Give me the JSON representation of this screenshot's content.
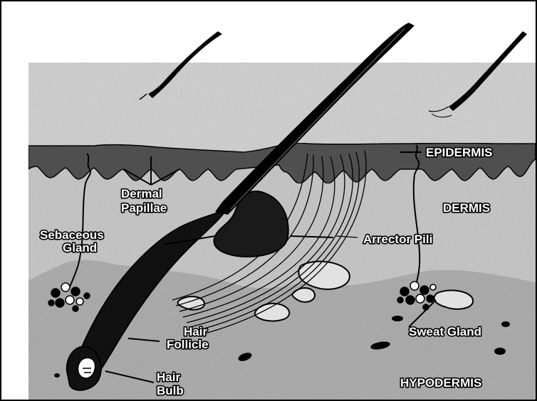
{
  "diagram": {
    "labels": {
      "epidermis": "EPIDERMIS",
      "dermis": "DERMIS",
      "hypodermis": "HYPODERMIS",
      "dermal_papillae_1": "Dermal",
      "dermal_papillae_2": "Papillae",
      "sebaceous_gland_1": "Sebaceous",
      "sebaceous_gland_2": "Gland",
      "arrector_pili": "Arrector Pili",
      "sweat_gland": "Sweat Gland",
      "hair_follicle_1": "Hair",
      "hair_follicle_2": "Follicle",
      "hair_bulb_1": "Hair",
      "hair_bulb_2": "Bulb"
    },
    "colors": {
      "background": "#ffffff",
      "ink": "#000000",
      "dermis_tone": "#cfcfcf",
      "hypodermis_tone": "#b4b4b4",
      "epidermis_tone": "#555555",
      "fat_lobule_tone": "#e2e2e2"
    }
  }
}
